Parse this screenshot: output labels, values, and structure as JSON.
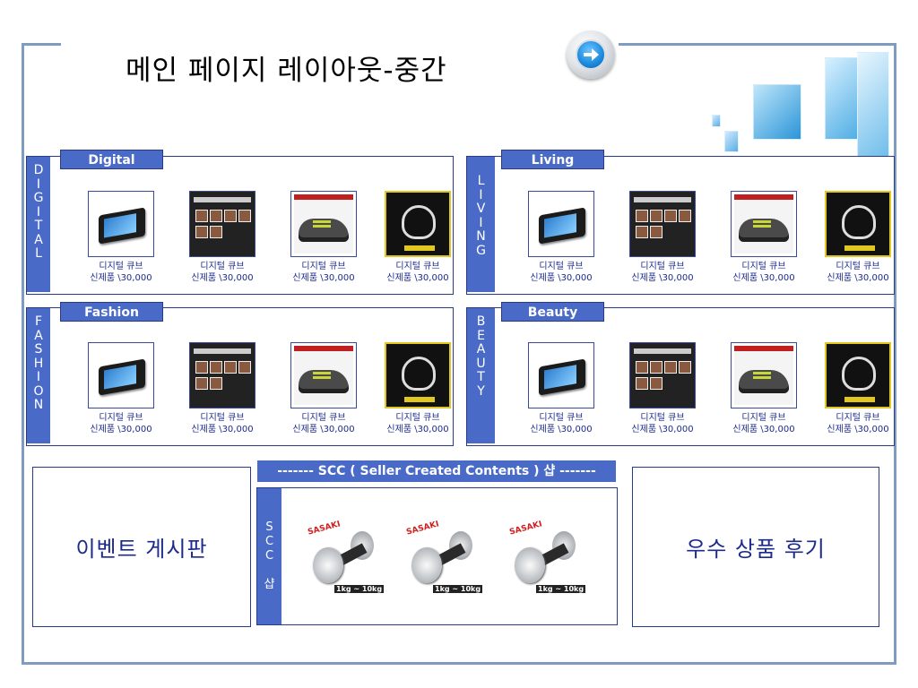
{
  "page": {
    "title": "메인 페이지 레이아웃-중간",
    "nav_icon": "arrow-right-circle-icon"
  },
  "colors": {
    "accent": "#4a6ac8",
    "frame": "#7f9cc0",
    "caption": "#1c2a8c"
  },
  "categories": [
    {
      "tab": "Digital",
      "side_letters": [
        "D",
        "I",
        "G",
        "I",
        "T",
        "A",
        "L"
      ],
      "products": [
        {
          "image": "device-image",
          "caption1": "디지털 큐브",
          "caption2": "신제품 \\30,000"
        },
        {
          "image": "web-screenshot-image",
          "caption1": "디지털 큐브",
          "caption2": "신제품 \\30,000"
        },
        {
          "image": "shoe-image",
          "caption1": "디지털 큐브",
          "caption2": "신제품 \\30,000"
        },
        {
          "image": "heart-pendant-image",
          "caption1": "디지털 큐브",
          "caption2": "신제품 \\30,000"
        }
      ]
    },
    {
      "tab": "Living",
      "side_letters": [
        "L",
        "I",
        "V",
        "I",
        "N",
        "G"
      ],
      "products": [
        {
          "image": "device-image",
          "caption1": "디지털 큐브",
          "caption2": "신제품 \\30,000"
        },
        {
          "image": "web-screenshot-image",
          "caption1": "디지털 큐브",
          "caption2": "신제품 \\30,000"
        },
        {
          "image": "shoe-image",
          "caption1": "디지털 큐브",
          "caption2": "신제품 \\30,000"
        },
        {
          "image": "heart-pendant-image",
          "caption1": "디지털 큐브",
          "caption2": "신제품 \\30,000"
        }
      ]
    },
    {
      "tab": "Fashion",
      "side_letters": [
        "F",
        "A",
        "S",
        "H",
        "I",
        "O",
        "N"
      ],
      "products": [
        {
          "image": "device-image",
          "caption1": "디지털 큐브",
          "caption2": "신제품 \\30,000"
        },
        {
          "image": "web-screenshot-image",
          "caption1": "디지털 큐브",
          "caption2": "신제품 \\30,000"
        },
        {
          "image": "shoe-image",
          "caption1": "디지털 큐브",
          "caption2": "신제품 \\30,000"
        },
        {
          "image": "heart-pendant-image",
          "caption1": "디지털 큐브",
          "caption2": "신제품 \\30,000"
        }
      ]
    },
    {
      "tab": "Beauty",
      "side_letters": [
        "B",
        "E",
        "A",
        "U",
        "T",
        "Y"
      ],
      "products": [
        {
          "image": "device-image",
          "caption1": "디지털 큐브",
          "caption2": "신제품 \\30,000"
        },
        {
          "image": "web-screenshot-image",
          "caption1": "디지털 큐브",
          "caption2": "신제품 \\30,000"
        },
        {
          "image": "shoe-image",
          "caption1": "디지털 큐브",
          "caption2": "신제품 \\30,000"
        },
        {
          "image": "heart-pendant-image",
          "caption1": "디지털 큐브",
          "caption2": "신제품 \\30,000"
        }
      ]
    }
  ],
  "bottom": {
    "event_board": "이벤트 게시판",
    "review": "우수 상품 후기",
    "scc_header": "------- SCC ( Seller Created Contents ) 샵 -------",
    "scc_side": [
      "S",
      "C",
      "C",
      "",
      "샵"
    ],
    "scc_items": [
      {
        "image": "dumbbell-image",
        "logo": "SASAKI",
        "weight": "1kg ~ 10kg"
      },
      {
        "image": "dumbbell-image",
        "logo": "SASAKI",
        "weight": "1kg ~ 10kg"
      },
      {
        "image": "dumbbell-image",
        "logo": "SASAKI",
        "weight": "1kg ~ 10kg"
      }
    ]
  }
}
